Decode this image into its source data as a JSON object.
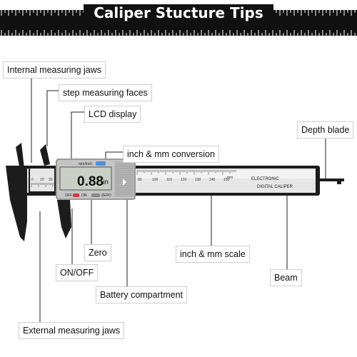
{
  "title": "Caliper Stucture Tips",
  "callouts": {
    "internal_jaws": "Internal measuring jaws",
    "step_faces": "step measuring faces",
    "lcd_display": "LCD display",
    "conversion": "inch & mm conversion",
    "depth_blade": "Depth blade",
    "zero": "Zero",
    "inch_mm_scale": "inch & mm scale",
    "on_off": "ON/OFF",
    "beam": "Beam",
    "battery": "Battery compartment",
    "external_jaws": "External measuring jaws"
  },
  "device": {
    "lcd_reading": "0.88",
    "lcd_unit": "in",
    "mode_button_label": "mm/inch",
    "off_label": "OFF",
    "on_label": "ON",
    "zero_label": "ZERO",
    "brand_line1": "ELECTRONIC",
    "brand_line2": "DIGITAL CALIPER",
    "scale_unit": "mm",
    "scale_numbers": [
      "90",
      "100",
      "110",
      "120",
      "130",
      "140",
      "150"
    ],
    "jaw_scale_numbers": [
      "0",
      "10",
      "20"
    ]
  },
  "colors": {
    "banner": "#111111",
    "caliper_body": "#1c1c1c",
    "beam_face": "#e6e6e6",
    "lcd_screen": "#c9cfc4",
    "mode_button": "#4a90d9"
  }
}
